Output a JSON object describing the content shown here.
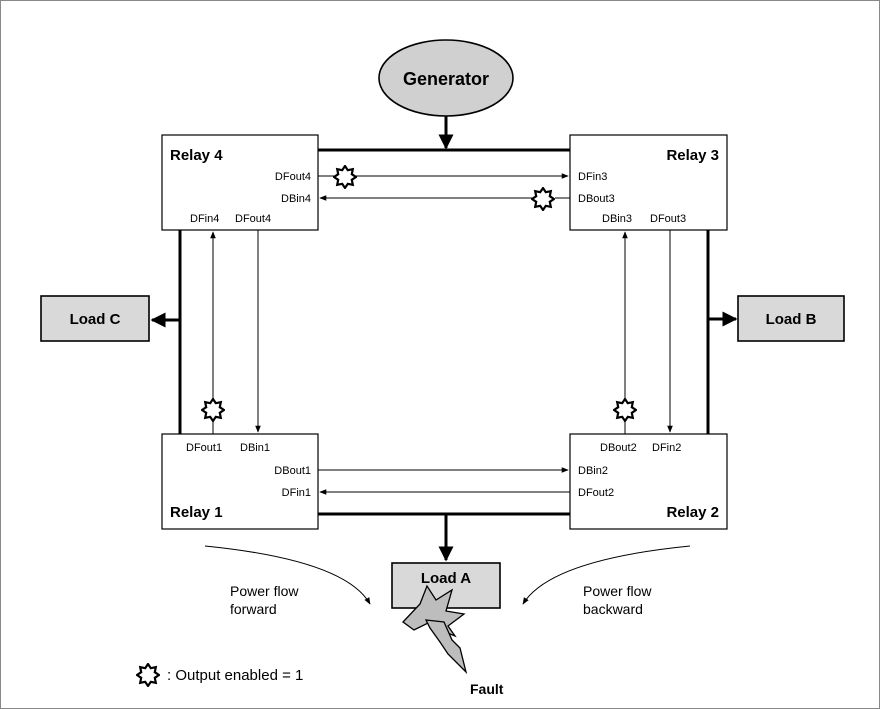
{
  "generator": {
    "label": "Generator"
  },
  "relays": {
    "r1": {
      "name": "Relay 1",
      "ports": {
        "dfout1": "DFout1",
        "dbin1": "DBin1",
        "dbout1": "DBout1",
        "dfin1": "DFin1"
      }
    },
    "r2": {
      "name": "Relay 2",
      "ports": {
        "dbout2": "DBout2",
        "dfin2": "DFin2",
        "dbin2": "DBin2",
        "dfout2": "DFout2"
      }
    },
    "r3": {
      "name": "Relay 3",
      "ports": {
        "dfin3": "DFin3",
        "dbout3": "DBout3",
        "dbin3": "DBin3",
        "dfout3": "DFout3"
      }
    },
    "r4": {
      "name": "Relay 4",
      "ports": {
        "dfout4_right": "DFout4",
        "dbin4": "DBin4",
        "dfin4": "DFin4",
        "dfout4_bottom": "DFout4"
      }
    }
  },
  "loads": {
    "a": "Load A",
    "b": "Load B",
    "c": "Load C"
  },
  "flow": {
    "forward": [
      "Power flow",
      "forward"
    ],
    "backward": [
      "Power flow",
      "backward"
    ]
  },
  "fault": "Fault",
  "legend": {
    "text": ": Output enabled = 1",
    "icon": "star-burst-icon"
  },
  "colors": {
    "line": "#000000",
    "load_fill": "#d9d9d9",
    "generator_fill": "#d0d0d0",
    "frame": "#888888"
  }
}
